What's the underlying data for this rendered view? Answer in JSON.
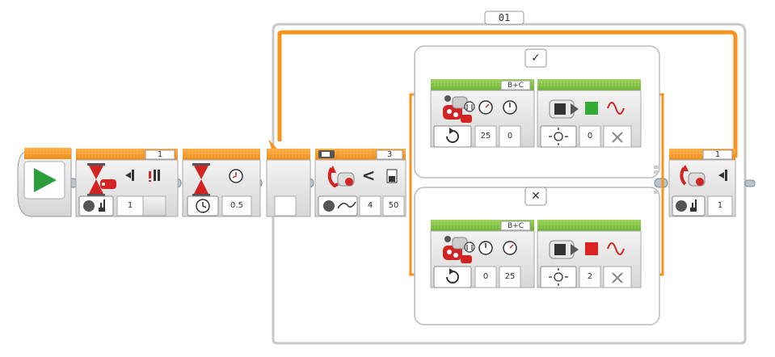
{
  "program": {
    "loop": {
      "counter_label": "01"
    },
    "start_block": {
      "name": "start"
    },
    "wait_block_1": {
      "count_label": "1",
      "mode_value": "1"
    },
    "wait_block_2": {
      "time_value": "0.5"
    },
    "switch": {
      "count_label": "3",
      "compare_symbol": "<",
      "threshold_value": "4",
      "threshold2_value": "50",
      "true_case": {
        "case_symbol": "✓",
        "move_block": {
          "ports": "B+C",
          "power_left": "25",
          "power_right": "0"
        },
        "light_block": {
          "value": "0",
          "color": "#33aa33"
        }
      },
      "false_case": {
        "case_symbol": "✕",
        "move_block": {
          "ports": "B+C",
          "power_left": "0",
          "power_right": "25"
        },
        "light_block": {
          "value": "2",
          "color": "#dd2222"
        }
      }
    },
    "wait_block_3": {
      "count_label": "1",
      "mode_value": "1"
    }
  },
  "colors": {
    "orange": "#f7931e",
    "green": "#7cc242",
    "gray": "#d9d9d9",
    "dark_gray": "#7a7a7a",
    "play_green": "#2e9e3c"
  }
}
